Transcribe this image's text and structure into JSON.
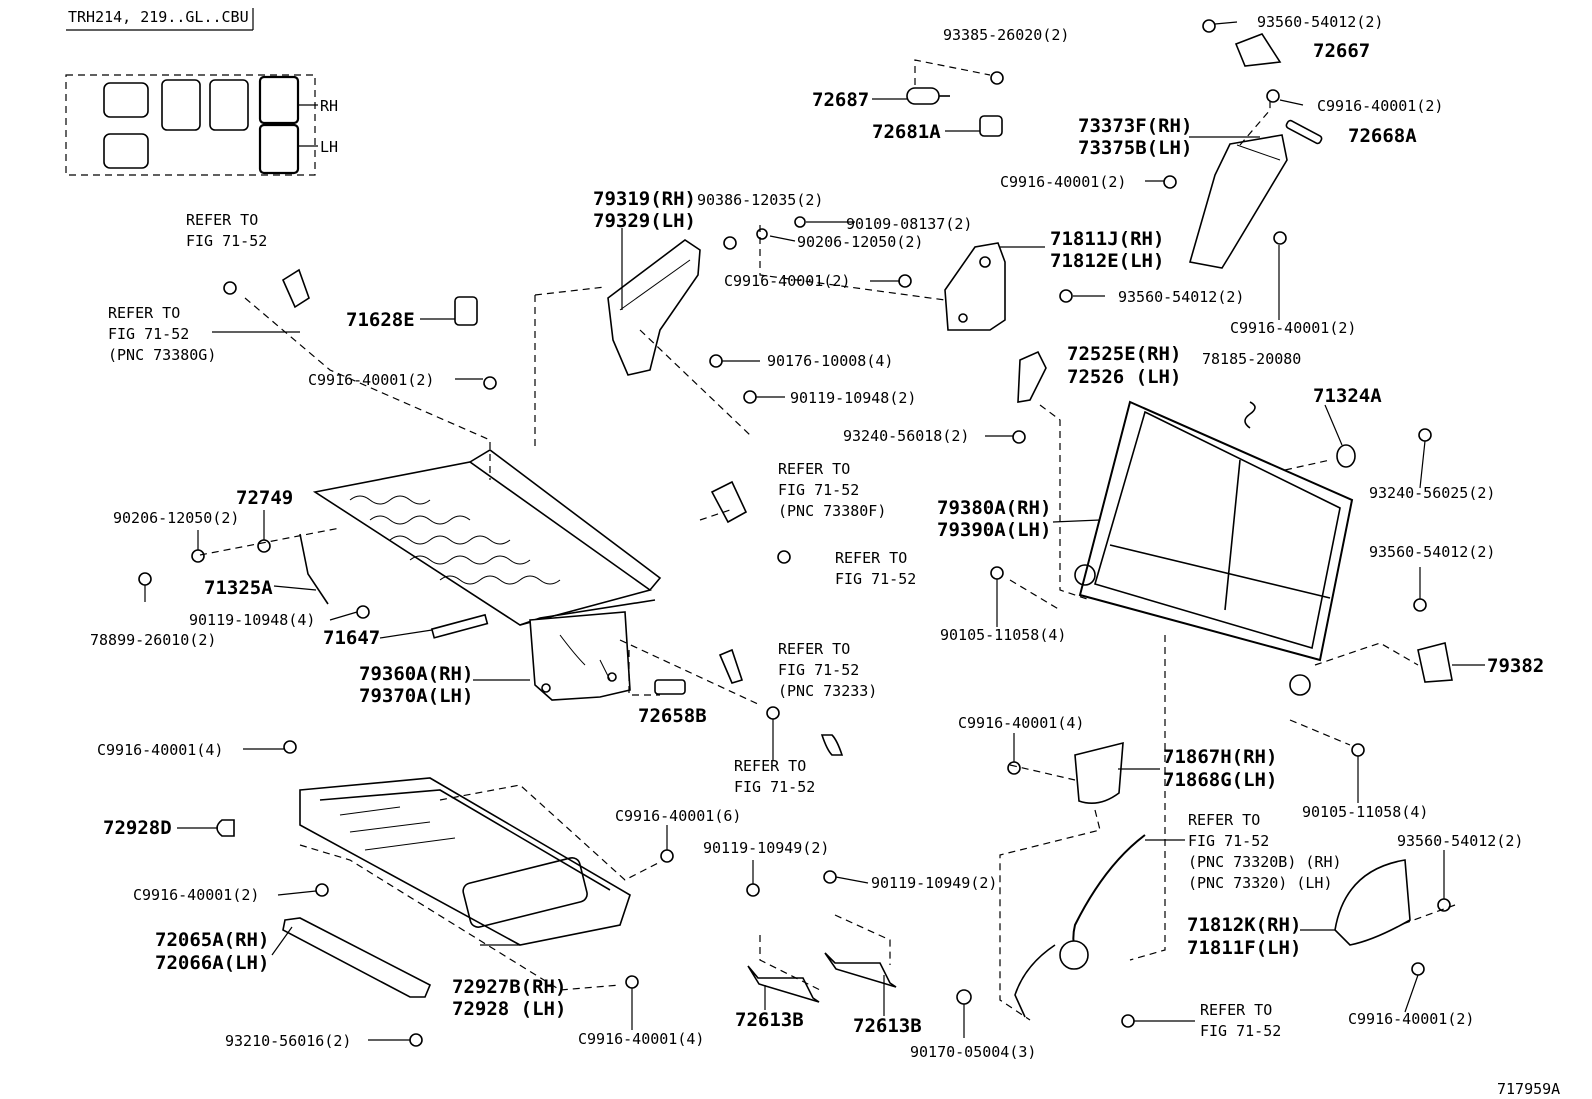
{
  "header": {
    "model_code": "TRH214, 219..GL..CBU"
  },
  "locator": {
    "rh": "RH",
    "lh": "LH"
  },
  "footer": {
    "figure_id": "717959A"
  },
  "labels": [
    {
      "key": "a01",
      "text": "93385-26020(2)"
    },
    {
      "key": "a02",
      "text": "72687"
    },
    {
      "key": "a03",
      "text": "72681A"
    },
    {
      "key": "a04",
      "text": "93560-54012(2)"
    },
    {
      "key": "a05",
      "text": "72667"
    },
    {
      "key": "a06",
      "text": "C9916-40001(2)"
    },
    {
      "key": "a07",
      "text": "73373F(RH)"
    },
    {
      "key": "a08",
      "text": "73375B(LH)"
    },
    {
      "key": "a09",
      "text": "72668A"
    },
    {
      "key": "a10",
      "text": "C9916-40001(2)"
    },
    {
      "key": "a11",
      "text": "C9916-40001(2)"
    },
    {
      "key": "a12",
      "text": "71811J(RH)"
    },
    {
      "key": "a13",
      "text": "71812E(LH)"
    },
    {
      "key": "a14",
      "text": "C9916-40001(2)"
    },
    {
      "key": "a15",
      "text": "93560-54012(2)"
    },
    {
      "key": "a16",
      "text": "79319(RH)"
    },
    {
      "key": "a17",
      "text": "79329(LH)"
    },
    {
      "key": "a18",
      "text": "90386-12035(2)"
    },
    {
      "key": "a19",
      "text": "90109-08137(2)"
    },
    {
      "key": "a20",
      "text": "90206-12050(2)"
    },
    {
      "key": "a21",
      "text": "90176-10008(4)"
    },
    {
      "key": "a22",
      "text": "90119-10948(2)"
    },
    {
      "key": "a23",
      "text": "REFER TO"
    },
    {
      "key": "a24",
      "text": "FIG 71-52"
    },
    {
      "key": "a25",
      "text": "REFER TO"
    },
    {
      "key": "a26",
      "text": "FIG 71-52"
    },
    {
      "key": "a27",
      "text": "(PNC 73380G)"
    },
    {
      "key": "a28",
      "text": "71628E"
    },
    {
      "key": "a29",
      "text": "C9916-40001(2)"
    },
    {
      "key": "a30",
      "text": "72525E(RH)"
    },
    {
      "key": "a31",
      "text": "72526 (LH)"
    },
    {
      "key": "a32",
      "text": "78185-20080"
    },
    {
      "key": "a33",
      "text": "71324A"
    },
    {
      "key": "a34",
      "text": "93240-56018(2)"
    },
    {
      "key": "a35",
      "text": "93240-56025(2)"
    },
    {
      "key": "a36",
      "text": "72749"
    },
    {
      "key": "a37",
      "text": "90206-12050(2)"
    },
    {
      "key": "a38",
      "text": "71325A"
    },
    {
      "key": "a39",
      "text": "90119-10948(4)"
    },
    {
      "key": "a40",
      "text": "78899-26010(2)"
    },
    {
      "key": "a41",
      "text": "71647"
    },
    {
      "key": "a42",
      "text": "REFER TO"
    },
    {
      "key": "a43",
      "text": "FIG 71-52"
    },
    {
      "key": "a44",
      "text": "(PNC 73380F)"
    },
    {
      "key": "a45",
      "text": "REFER TO"
    },
    {
      "key": "a46",
      "text": "FIG 71-52"
    },
    {
      "key": "a47",
      "text": "79380A(RH)"
    },
    {
      "key": "a48",
      "text": "79390A(LH)"
    },
    {
      "key": "a49",
      "text": "93560-54012(2)"
    },
    {
      "key": "a50",
      "text": "90105-11058(4)"
    },
    {
      "key": "a51",
      "text": "79382"
    },
    {
      "key": "a52",
      "text": "79360A(RH)"
    },
    {
      "key": "a53",
      "text": "79370A(LH)"
    },
    {
      "key": "a54",
      "text": "REFER TO"
    },
    {
      "key": "a55",
      "text": "FIG 71-52"
    },
    {
      "key": "a56",
      "text": "(PNC 73233)"
    },
    {
      "key": "a57",
      "text": "72658B"
    },
    {
      "key": "a58",
      "text": "REFER TO"
    },
    {
      "key": "a59",
      "text": "FIG 71-52"
    },
    {
      "key": "a60",
      "text": "C9916-40001(4)"
    },
    {
      "key": "a61",
      "text": "C9916-40001(4)"
    },
    {
      "key": "a62",
      "text": "71867H(RH)"
    },
    {
      "key": "a63",
      "text": "71868G(LH)"
    },
    {
      "key": "a64",
      "text": "90105-11058(4)"
    },
    {
      "key": "a65",
      "text": "72928D"
    },
    {
      "key": "a66",
      "text": "C9916-40001(6)"
    },
    {
      "key": "a67",
      "text": "90119-10949(2)"
    },
    {
      "key": "a68",
      "text": "90119-10949(2)"
    },
    {
      "key": "a69",
      "text": "REFER TO"
    },
    {
      "key": "a70",
      "text": "FIG 71-52"
    },
    {
      "key": "a71",
      "text": "(PNC 73320B) (RH)"
    },
    {
      "key": "a72",
      "text": "(PNC 73320) (LH)"
    },
    {
      "key": "a73",
      "text": "93560-54012(2)"
    },
    {
      "key": "a74",
      "text": "C9916-40001(2)"
    },
    {
      "key": "a75",
      "text": "72065A(RH)"
    },
    {
      "key": "a76",
      "text": "72066A(LH)"
    },
    {
      "key": "a77",
      "text": "72927B(RH)"
    },
    {
      "key": "a78",
      "text": "72928 (LH)"
    },
    {
      "key": "a79",
      "text": "71812K(RH)"
    },
    {
      "key": "a80",
      "text": "71811F(LH)"
    },
    {
      "key": "a81",
      "text": "72613B"
    },
    {
      "key": "a82",
      "text": "72613B"
    },
    {
      "key": "a83",
      "text": "REFER TO"
    },
    {
      "key": "a84",
      "text": "FIG 71-52"
    },
    {
      "key": "a85",
      "text": "93210-56016(2)"
    },
    {
      "key": "a86",
      "text": "C9916-40001(4)"
    },
    {
      "key": "a87",
      "text": "90170-05004(3)"
    },
    {
      "key": "a88",
      "text": "C9916-40001(2)"
    }
  ]
}
